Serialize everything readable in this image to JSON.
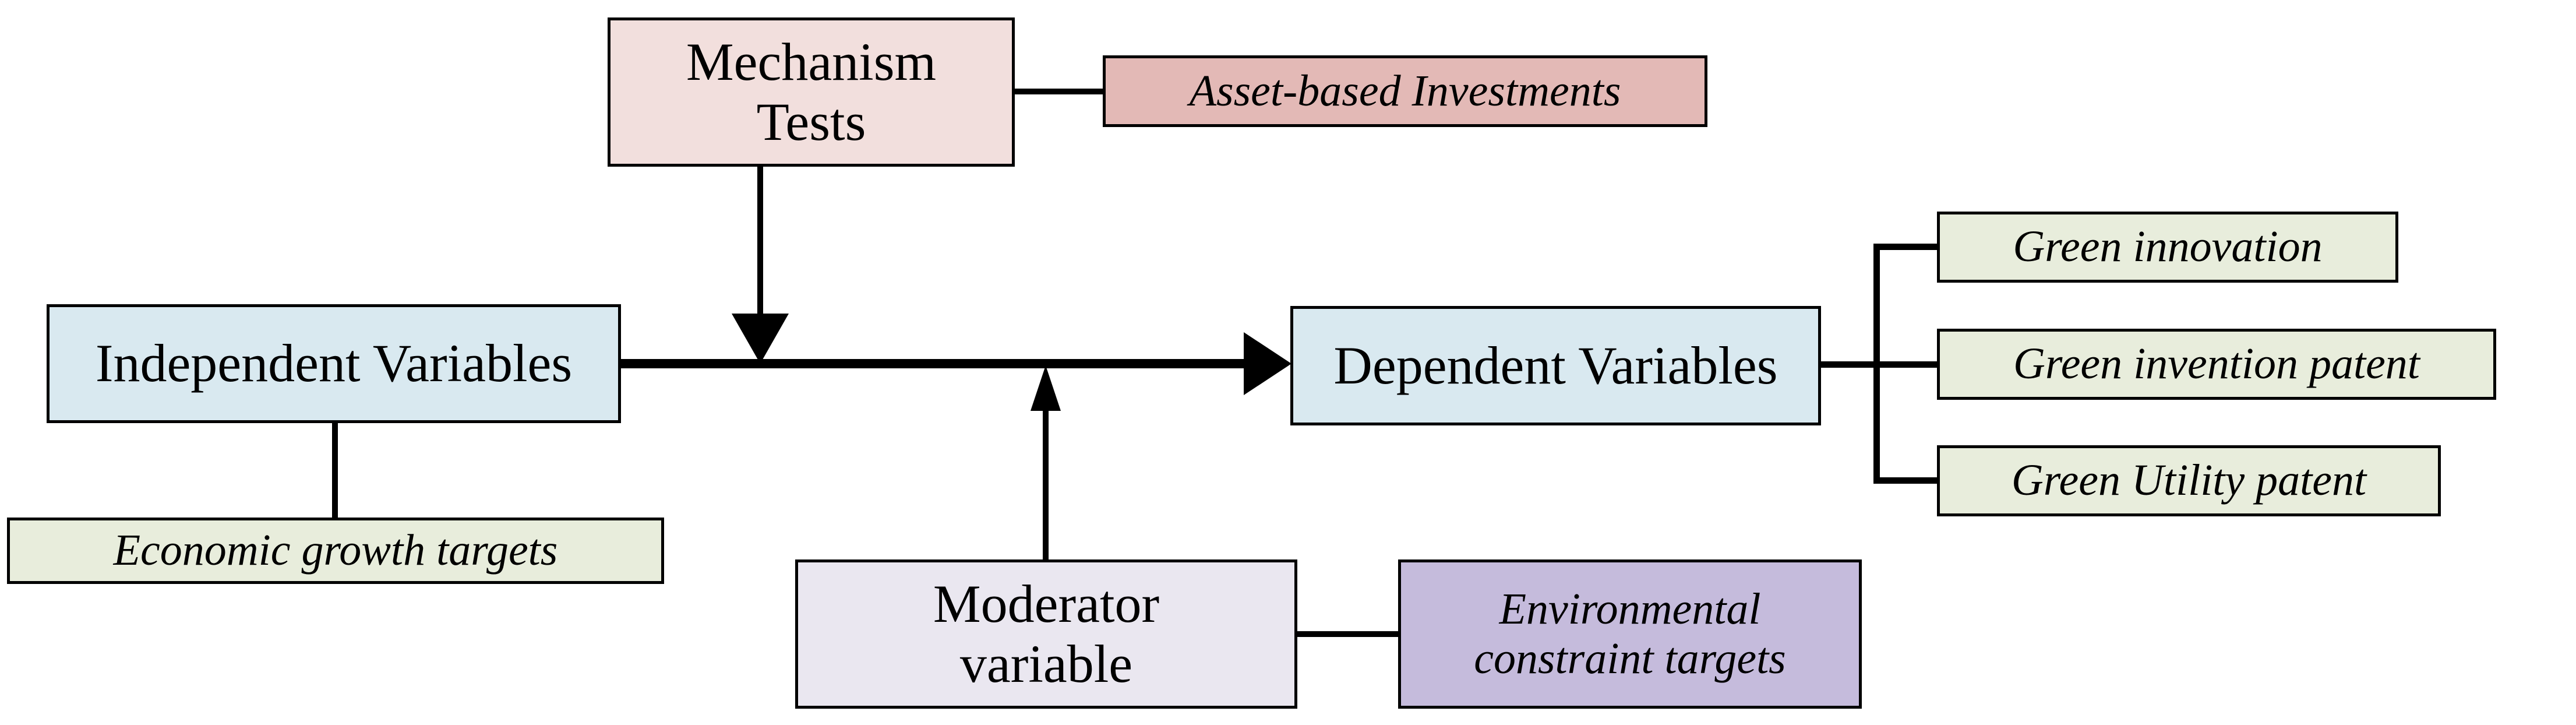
{
  "diagram": {
    "title": "Research framework diagram",
    "nodes": {
      "mechanism_tests": {
        "label": "Mechanism\nTests",
        "label_line1": "Mechanism",
        "label_line2": "Tests",
        "fill": "#F2DFDD",
        "border": "#000000",
        "style": "upright"
      },
      "asset_based_investments": {
        "label": "Asset-based Investments",
        "fill": "#E3B9B6",
        "border": "#000000",
        "style": "italic"
      },
      "independent_variables": {
        "label": "Independent Variables",
        "fill": "#D9E9F0",
        "border": "#000000",
        "style": "upright"
      },
      "economic_growth_targets": {
        "label": "Economic growth targets",
        "fill": "#E8EDDC",
        "border": "#000000",
        "style": "italic"
      },
      "dependent_variables": {
        "label": "Dependent Variables",
        "fill": "#D9E9F0",
        "border": "#000000",
        "style": "upright"
      },
      "green_innovation": {
        "label": "Green innovation",
        "fill": "#E8EDDC",
        "border": "#000000",
        "style": "italic"
      },
      "green_invention_patent": {
        "label": "Green invention patent",
        "fill": "#E8EDDC",
        "border": "#000000",
        "style": "italic"
      },
      "green_utility_patent": {
        "label": "Green Utility patent",
        "fill": "#E8EDDC",
        "border": "#000000",
        "style": "italic"
      },
      "moderator_variable": {
        "label": "Moderator\nvariable",
        "label_line1": "Moderator",
        "label_line2": "variable",
        "fill": "#EAE7F0",
        "border": "#000000",
        "style": "upright"
      },
      "environmental_constraint_targets": {
        "label": "Environmental\nconstraint targets",
        "label_line1": "Environmental",
        "label_line2": "constraint targets",
        "fill": "#C5BBDC",
        "border": "#000000",
        "style": "italic"
      }
    },
    "edges": [
      {
        "name": "mechanism-to-asset-link",
        "from": "mechanism_tests",
        "to": "asset_based_investments",
        "kind": "plain-line",
        "arrowhead": "none"
      },
      {
        "name": "mechanism-to-main-arrow",
        "from": "mechanism_tests",
        "to": "main-path",
        "kind": "arrow",
        "arrowhead": "down"
      },
      {
        "name": "independent-to-dependent-arrow",
        "from": "independent_variables",
        "to": "dependent_variables",
        "kind": "thick-arrow",
        "arrowhead": "right"
      },
      {
        "name": "independent-to-economic-growth-link",
        "from": "independent_variables",
        "to": "economic_growth_targets",
        "kind": "plain-line",
        "arrowhead": "none"
      },
      {
        "name": "moderator-to-main-arrow",
        "from": "moderator_variable",
        "to": "main-path",
        "kind": "arrow",
        "arrowhead": "up"
      },
      {
        "name": "moderator-to-environmental-link",
        "from": "moderator_variable",
        "to": "environmental_constraint_targets",
        "kind": "plain-line",
        "arrowhead": "none"
      },
      {
        "name": "dependent-outcomes-bracket",
        "from": "dependent_variables",
        "to": [
          "green_innovation",
          "green_invention_patent",
          "green_utility_patent"
        ],
        "kind": "bracket",
        "arrowhead": "none"
      }
    ],
    "line_color": "#000000",
    "background": "#FFFFFF"
  }
}
